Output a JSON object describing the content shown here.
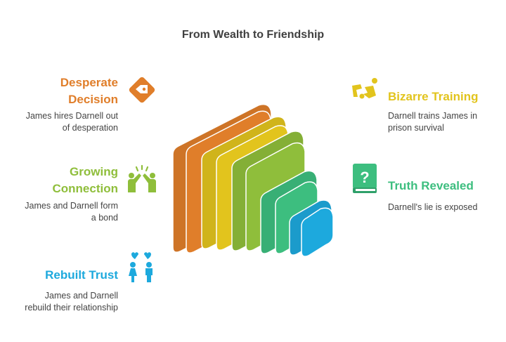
{
  "title": "From Wealth to Friendship",
  "steps": [
    {
      "heading": "Desperate Decision",
      "heading_lines": [
        "Desperate",
        "Decision"
      ],
      "desc_lines": [
        "James hires Darnell out",
        "of desperation"
      ],
      "color": "#E07E2A",
      "icon": "price-tag-icon"
    },
    {
      "heading": "Bizarre Training",
      "desc_lines": [
        "Darnell trains James in",
        "prison survival"
      ],
      "color": "#E2C41D",
      "icon": "sparring-figures-icon"
    },
    {
      "heading": "Growing Connection",
      "heading_lines": [
        "Growing",
        "Connection"
      ],
      "desc_lines": [
        "James and Darnell form",
        "a bond"
      ],
      "color": "#8FBE3B",
      "icon": "people-celebrating-icon"
    },
    {
      "heading": "Truth Revealed",
      "desc_lines": [
        "Darnell's lie is exposed"
      ],
      "color": "#3DBE7F",
      "icon": "question-book-icon"
    },
    {
      "heading": "Rebuilt Trust",
      "desc_lines": [
        "James and Darnell",
        "rebuild their relationship"
      ],
      "color": "#1DA9DD",
      "icon": "couple-broken-heart-icon"
    }
  ],
  "layer_colors": [
    "#E07E2A",
    "#E2C41D",
    "#8FBE3B",
    "#3DBE7F",
    "#1DA9DD"
  ]
}
